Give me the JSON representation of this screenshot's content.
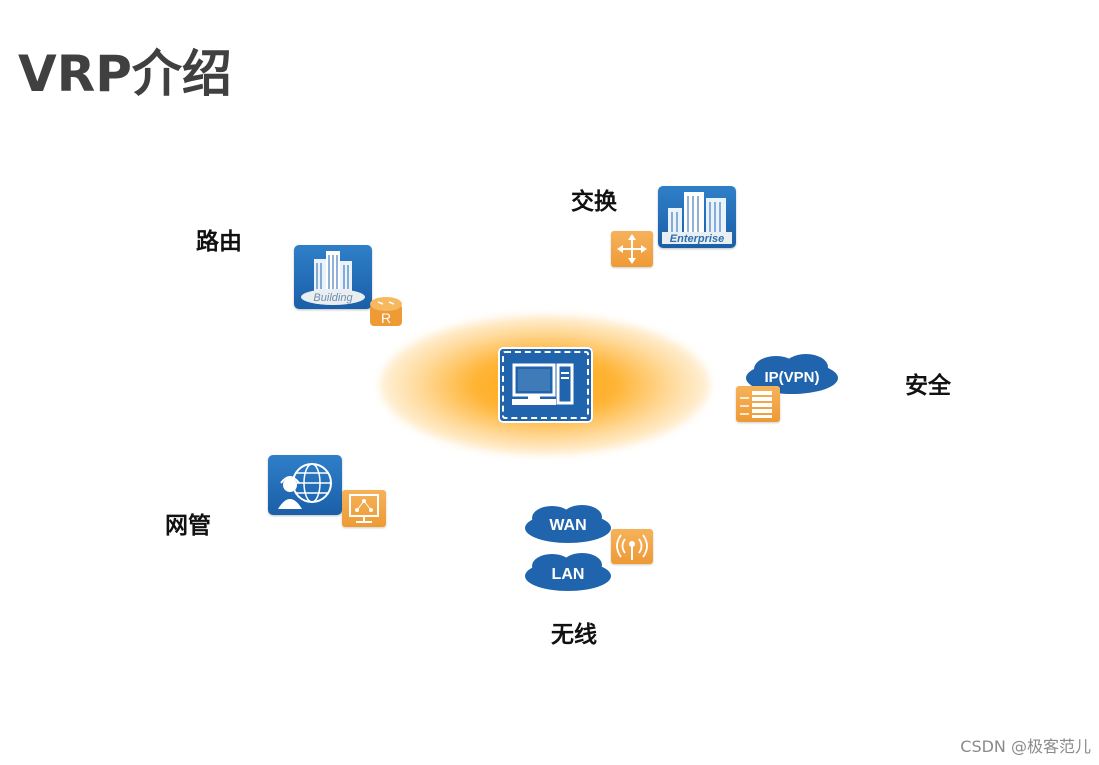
{
  "title": "VRP介绍",
  "labels": {
    "routing": "路由",
    "switching": "交换",
    "security": "安全",
    "management": "网管",
    "wireless": "无线"
  },
  "icon_text": {
    "building": "Building",
    "router": "R",
    "enterprise": "Enterprise",
    "ipvpn": "IP(VPN)",
    "wan": "WAN",
    "lan": "LAN"
  },
  "watermark": "CSDN @极客范儿",
  "colors": {
    "tile_blue": "#1f64ad",
    "tile_orange": "#ee9a35",
    "glow": "#ffaa1e",
    "title": "#404040"
  }
}
